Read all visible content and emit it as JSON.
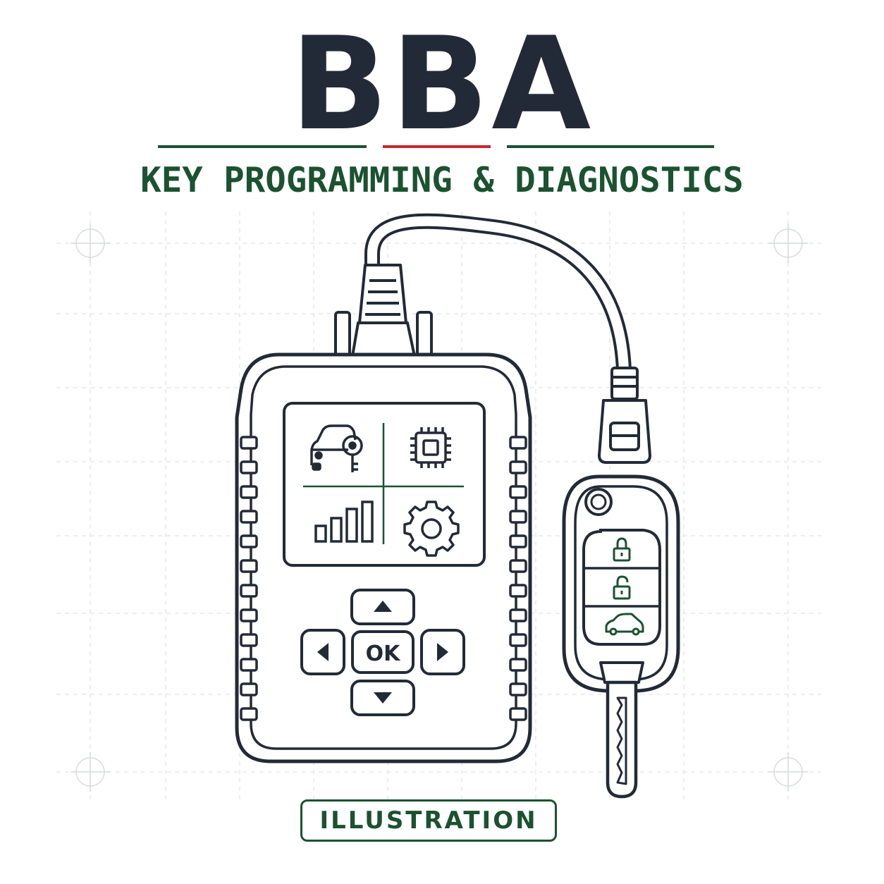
{
  "brand": {
    "title": "BBA",
    "subtitle": "KEY PROGRAMMING & DIAGNOSTICS"
  },
  "colors": {
    "ink": "#232a37",
    "green": "#1b5230",
    "red": "#c8282b",
    "grid": "#e6e8ec"
  },
  "scanner": {
    "screen_icons": [
      "car-key-icon",
      "chip-icon",
      "signal-bars-icon",
      "gear-icon"
    ],
    "dpad": {
      "ok_label": "OK",
      "icons": [
        "arrow-up-icon",
        "arrow-left-icon",
        "arrow-right-icon",
        "arrow-down-icon"
      ]
    }
  },
  "key_fob": {
    "buttons": [
      "lock-icon",
      "unlock-icon",
      "trunk-icon"
    ]
  },
  "badge": {
    "label": "ILLUSTRATION"
  }
}
